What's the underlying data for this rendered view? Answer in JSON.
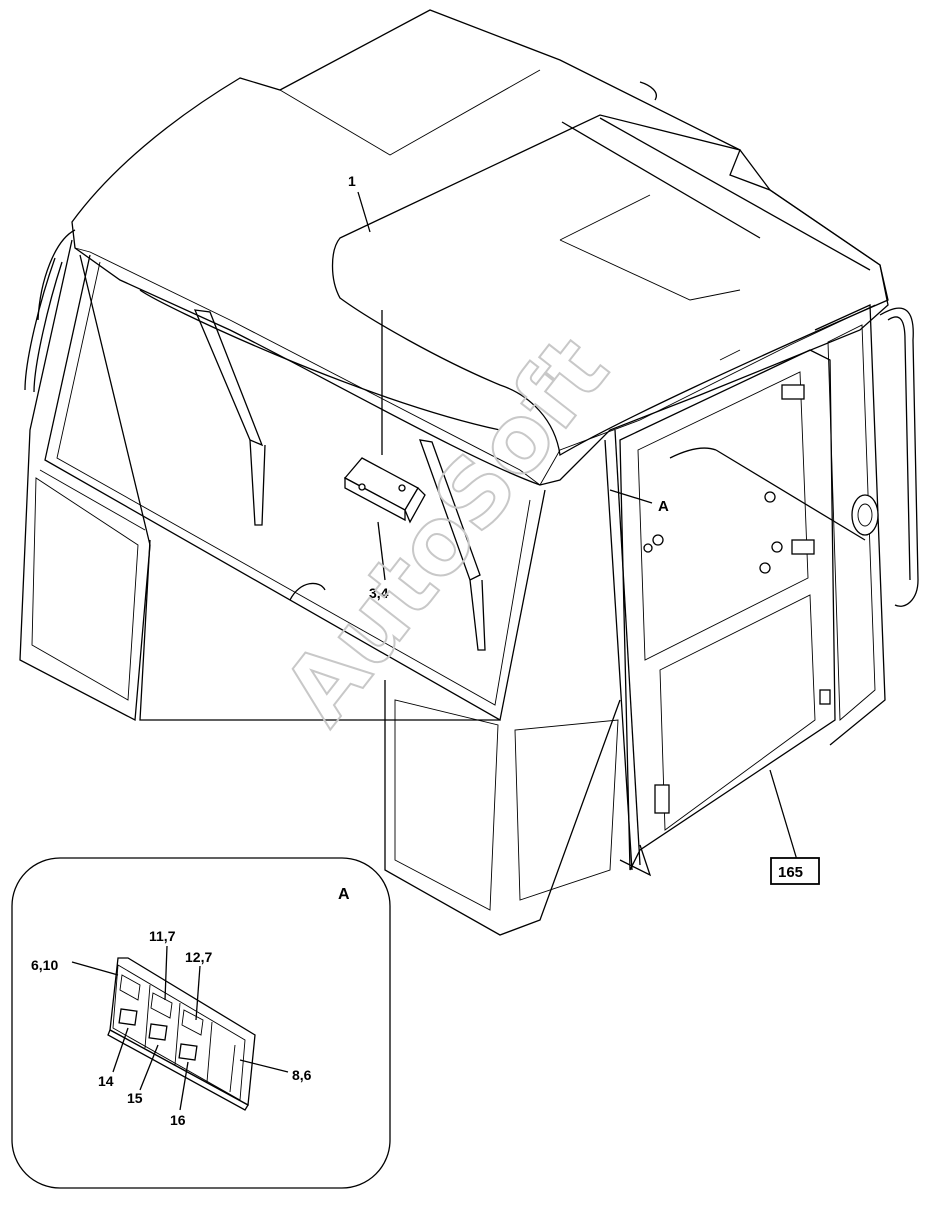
{
  "diagram": {
    "callouts": {
      "c1": "1",
      "c34": "3,4",
      "cA": "A",
      "c165": "165"
    },
    "detail": {
      "label": "A",
      "c610": "6,10",
      "c117": "11,7",
      "c127": "12,7",
      "c86": "8,6",
      "c14": "14",
      "c15": "15",
      "c16": "16"
    },
    "watermark": "AutoSoft"
  }
}
